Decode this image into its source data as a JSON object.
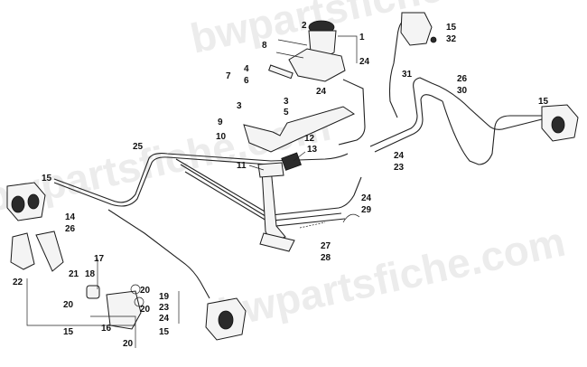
{
  "watermark": "bwpartsfiche.com",
  "callouts": [
    {
      "id": "c1",
      "text": "1"
    },
    {
      "id": "c2",
      "text": "2"
    },
    {
      "id": "c3a",
      "text": "3"
    },
    {
      "id": "c3b",
      "text": "3"
    },
    {
      "id": "c4",
      "text": "4"
    },
    {
      "id": "c5",
      "text": "5"
    },
    {
      "id": "c6",
      "text": "6"
    },
    {
      "id": "c7",
      "text": "7"
    },
    {
      "id": "c8",
      "text": "8"
    },
    {
      "id": "c9",
      "text": "9"
    },
    {
      "id": "c10",
      "text": "10"
    },
    {
      "id": "c11",
      "text": "11"
    },
    {
      "id": "c12",
      "text": "12"
    },
    {
      "id": "c13",
      "text": "13"
    },
    {
      "id": "c14",
      "text": "14"
    },
    {
      "id": "c15a",
      "text": "15"
    },
    {
      "id": "c15b",
      "text": "15"
    },
    {
      "id": "c15c",
      "text": "15"
    },
    {
      "id": "c15d",
      "text": "15"
    },
    {
      "id": "c15e",
      "text": "15"
    },
    {
      "id": "c16",
      "text": "16"
    },
    {
      "id": "c17",
      "text": "17"
    },
    {
      "id": "c18",
      "text": "18"
    },
    {
      "id": "c19",
      "text": "19"
    },
    {
      "id": "c20a",
      "text": "20"
    },
    {
      "id": "c20b",
      "text": "20"
    },
    {
      "id": "c20c",
      "text": "20"
    },
    {
      "id": "c20d",
      "text": "20"
    },
    {
      "id": "c21",
      "text": "21"
    },
    {
      "id": "c22",
      "text": "22"
    },
    {
      "id": "c23a",
      "text": "23"
    },
    {
      "id": "c23b",
      "text": "23"
    },
    {
      "id": "c24a",
      "text": "24"
    },
    {
      "id": "c24b",
      "text": "24"
    },
    {
      "id": "c24c",
      "text": "24"
    },
    {
      "id": "c24d",
      "text": "24"
    },
    {
      "id": "c24e",
      "text": "24"
    },
    {
      "id": "c25",
      "text": "25"
    },
    {
      "id": "c26a",
      "text": "26"
    },
    {
      "id": "c26b",
      "text": "26"
    },
    {
      "id": "c27",
      "text": "27"
    },
    {
      "id": "c28",
      "text": "28"
    },
    {
      "id": "c29",
      "text": "29"
    },
    {
      "id": "c30",
      "text": "30"
    },
    {
      "id": "c31",
      "text": "31"
    },
    {
      "id": "c32",
      "text": "32"
    }
  ]
}
